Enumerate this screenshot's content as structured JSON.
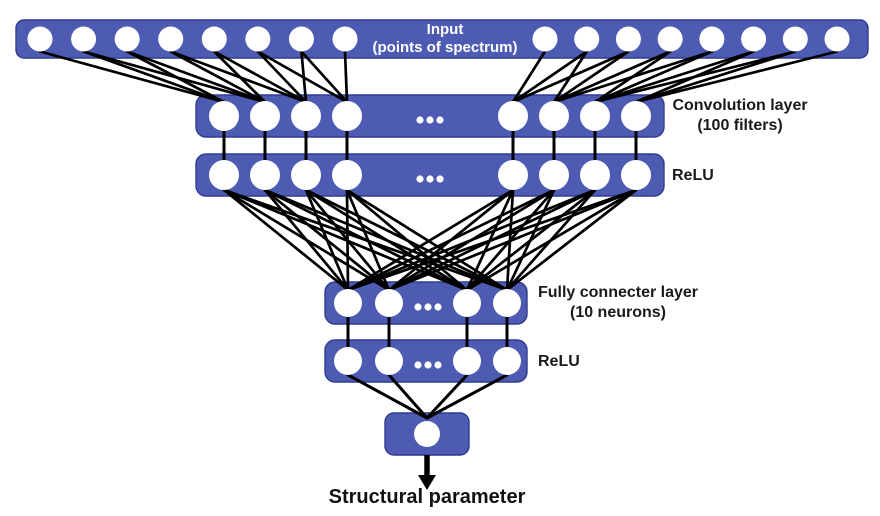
{
  "figure": {
    "type": "neural-network-architecture-diagram",
    "colors": {
      "box": "#4d5cb2",
      "box_border": "#2f3c8e",
      "node": "#ffffff",
      "edge": "#000000",
      "label_dark": "#1a1a1a",
      "label_light": "#ffffff",
      "background": "#ffffff"
    },
    "ellipsis": "...",
    "layers": [
      {
        "id": "input",
        "label": "Input",
        "sublabel": "(points of spectrum)",
        "visible_nodes": 16,
        "groups": [
          8,
          8
        ],
        "ellipsis": false
      },
      {
        "id": "conv",
        "label": "Convolution layer",
        "sublabel": "(100 filters)",
        "visible_nodes": 8,
        "groups": [
          4,
          4
        ],
        "ellipsis": true
      },
      {
        "id": "relu1",
        "label": "ReLU",
        "sublabel": "",
        "visible_nodes": 8,
        "groups": [
          4,
          4
        ],
        "ellipsis": true
      },
      {
        "id": "fc",
        "label": "Fully connecter layer",
        "sublabel": "(10 neurons)",
        "visible_nodes": 4,
        "groups": [
          2,
          2
        ],
        "ellipsis": true
      },
      {
        "id": "relu2",
        "label": "ReLU",
        "sublabel": "",
        "visible_nodes": 4,
        "groups": [
          2,
          2
        ],
        "ellipsis": true
      },
      {
        "id": "output",
        "label": "",
        "sublabel": "",
        "visible_nodes": 1,
        "groups": [
          1
        ],
        "ellipsis": false
      }
    ],
    "output_caption": "Structural parameter"
  }
}
